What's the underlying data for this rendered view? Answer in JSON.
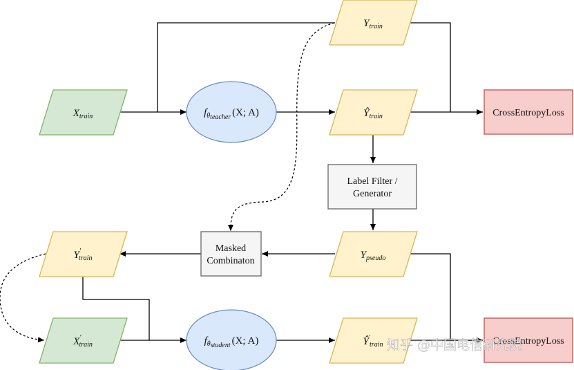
{
  "nodes": {
    "x_train": {
      "base": "X",
      "sub": "train",
      "color": "#d5e8d4",
      "stroke": "#82b366"
    },
    "y_train": {
      "base": "Y",
      "sub": "train",
      "color": "#fff2cc",
      "stroke": "#d6b656"
    },
    "teacher": {
      "f": "f",
      "theta": "θ",
      "sub2": "teacher",
      "args": "(X; A)",
      "color": "#dae8fc",
      "stroke": "#6c8ebf"
    },
    "y_hat_train": {
      "base": "Ŷ",
      "sub": "train",
      "color": "#fff2cc",
      "stroke": "#d6b656"
    },
    "ce_loss_top": {
      "label": "CrossEntropyLoss",
      "color": "#f8cecc",
      "stroke": "#b85450"
    },
    "label_filter": {
      "line1": "Label Filter /",
      "line2": "Generator",
      "color": "#f5f5f5",
      "stroke": "#666666"
    },
    "y_pseudo": {
      "base": "Y",
      "sub": "pseudo",
      "color": "#fff2cc",
      "stroke": "#d6b656"
    },
    "masked_comb": {
      "line1": "Masked",
      "line2": "Combinaton",
      "color": "#f5f5f5",
      "stroke": "#666666"
    },
    "y_prime_train": {
      "base": "Y",
      "prime": "′",
      "sub": "train",
      "color": "#fff2cc",
      "stroke": "#d6b656"
    },
    "x_prime_train": {
      "base": "X",
      "prime": "′",
      "sub": "train",
      "color": "#d5e8d4",
      "stroke": "#82b366"
    },
    "student": {
      "f": "f",
      "theta": "θ",
      "sub2": "student",
      "args": "(X; A)",
      "color": "#dae8fc",
      "stroke": "#6c8ebf"
    },
    "y_hat_prime_train": {
      "base": "Ŷ",
      "prime": "′",
      "sub": "train",
      "color": "#fff2cc",
      "stroke": "#d6b656"
    },
    "ce_loss_bottom": {
      "label": "CrossEntropyLoss",
      "color": "#f8cecc",
      "stroke": "#b85450"
    }
  },
  "watermark": "知乎 @中国电信研究院"
}
